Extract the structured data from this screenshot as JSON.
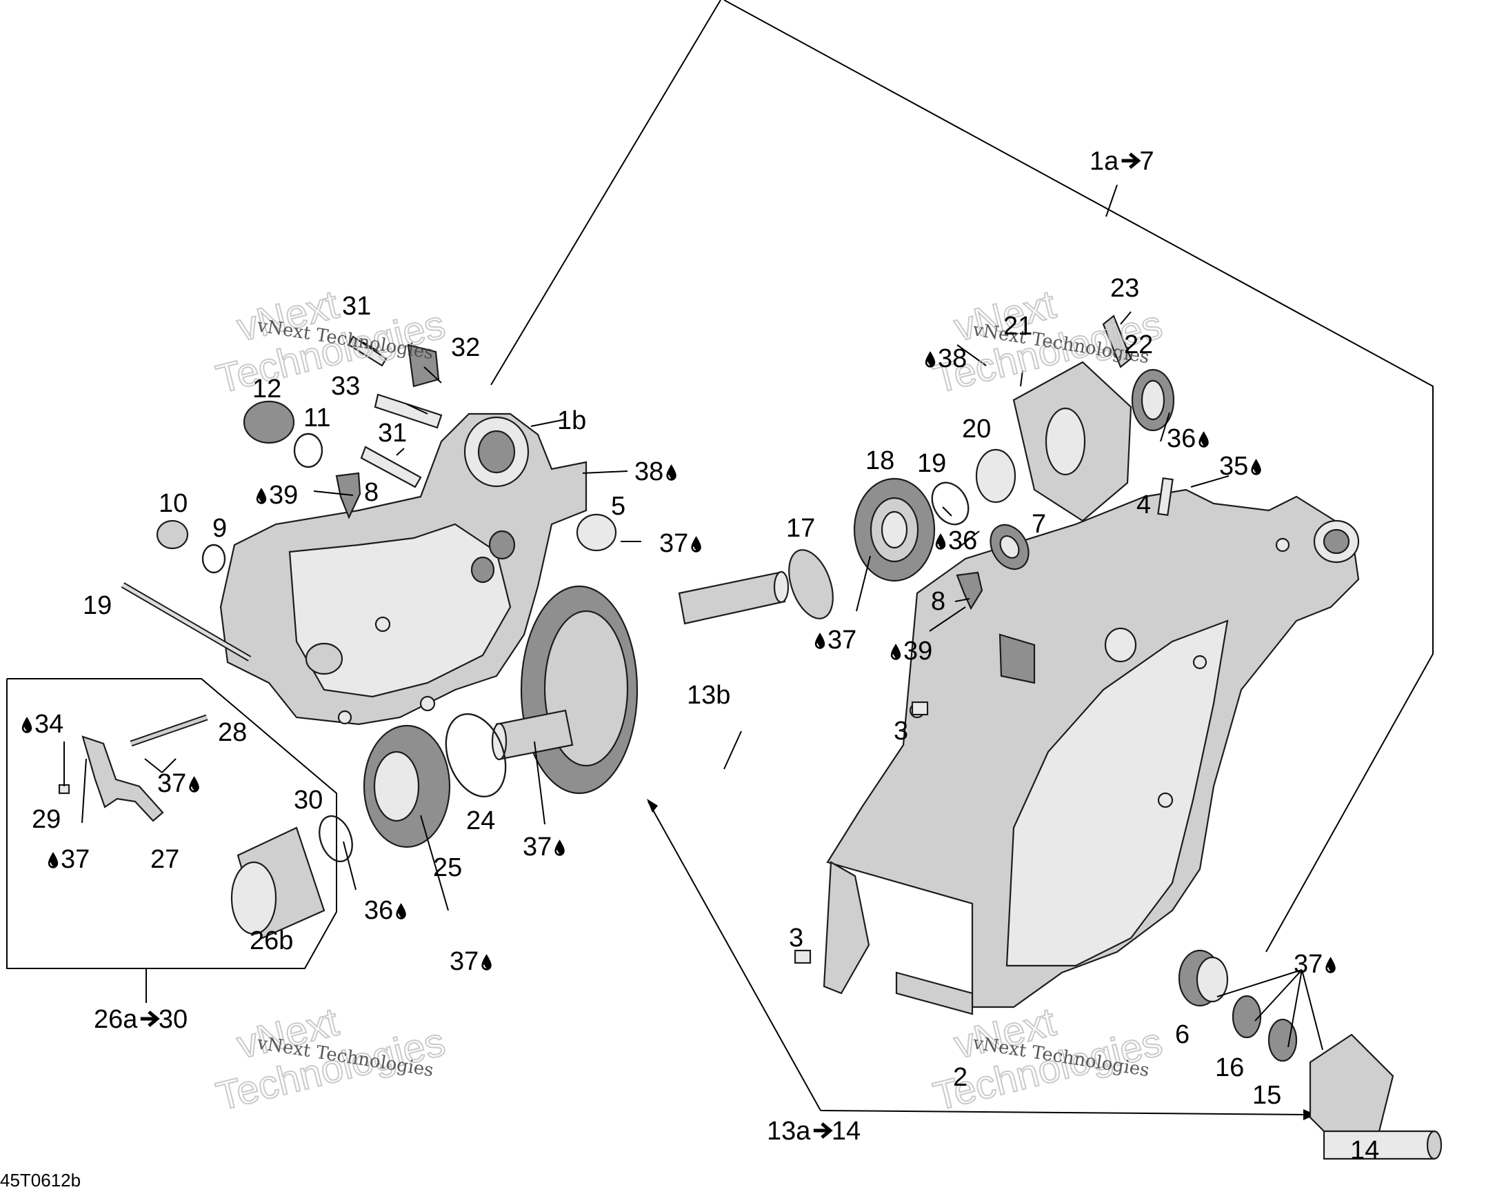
{
  "diagram_code": "45T0612b",
  "watermark": {
    "line1": "vNext Technologies",
    "line2a": "vNext",
    "line2b": "Technologies"
  },
  "drop_icon": "oil-drop-icon",
  "arrow_icon": "right-arrow-icon",
  "callouts": [
    {
      "id": "c1a7",
      "text": "1a",
      "arrow_to": "7"
    },
    {
      "id": "c23",
      "text": "23"
    },
    {
      "id": "c21",
      "text": "21"
    },
    {
      "id": "c22",
      "text": "22"
    },
    {
      "id": "c38r",
      "text": "38",
      "drop": "before"
    },
    {
      "id": "c36r",
      "text": "36",
      "drop": "after"
    },
    {
      "id": "c35",
      "text": "35",
      "drop": "after"
    },
    {
      "id": "c20",
      "text": "20"
    },
    {
      "id": "c18",
      "text": "18"
    },
    {
      "id": "c19r",
      "text": "19"
    },
    {
      "id": "c17",
      "text": "17"
    },
    {
      "id": "c36m",
      "text": "36",
      "drop": "before"
    },
    {
      "id": "c7",
      "text": "7"
    },
    {
      "id": "c4",
      "text": "4"
    },
    {
      "id": "c8r",
      "text": "8"
    },
    {
      "id": "c37m",
      "text": "37",
      "drop": "before"
    },
    {
      "id": "c39r",
      "text": "39",
      "drop": "before"
    },
    {
      "id": "c31a",
      "text": "31"
    },
    {
      "id": "c32",
      "text": "32"
    },
    {
      "id": "c33",
      "text": "33"
    },
    {
      "id": "c12",
      "text": "12"
    },
    {
      "id": "c11",
      "text": "11"
    },
    {
      "id": "c31b",
      "text": "31"
    },
    {
      "id": "c1b",
      "text": "1b"
    },
    {
      "id": "c38l",
      "text": "38",
      "drop": "after"
    },
    {
      "id": "c39l",
      "text": "39",
      "drop": "before"
    },
    {
      "id": "c8l",
      "text": "8"
    },
    {
      "id": "c10",
      "text": "10"
    },
    {
      "id": "c9",
      "text": "9"
    },
    {
      "id": "c5",
      "text": "5"
    },
    {
      "id": "c37a",
      "text": "37",
      "drop": "after"
    },
    {
      "id": "c19l",
      "text": "19"
    },
    {
      "id": "c13b",
      "text": "13b"
    },
    {
      "id": "c3a",
      "text": "3"
    },
    {
      "id": "c34",
      "text": "34",
      "drop": "before"
    },
    {
      "id": "c28",
      "text": "28"
    },
    {
      "id": "c37b",
      "text": "37",
      "drop": "after"
    },
    {
      "id": "c29",
      "text": "29"
    },
    {
      "id": "c37c",
      "text": "37",
      "drop": "before"
    },
    {
      "id": "c27",
      "text": "27"
    },
    {
      "id": "c30",
      "text": "30"
    },
    {
      "id": "c24",
      "text": "24"
    },
    {
      "id": "c37d",
      "text": "37",
      "drop": "after"
    },
    {
      "id": "c25",
      "text": "25"
    },
    {
      "id": "c36l",
      "text": "36",
      "drop": "after"
    },
    {
      "id": "c26b",
      "text": "26b"
    },
    {
      "id": "c37e",
      "text": "37",
      "drop": "after"
    },
    {
      "id": "c26a30",
      "text": "26a",
      "arrow_to": "30"
    },
    {
      "id": "c3b",
      "text": "3"
    },
    {
      "id": "c37f",
      "text": "37",
      "drop": "after"
    },
    {
      "id": "c6",
      "text": "6"
    },
    {
      "id": "c16",
      "text": "16"
    },
    {
      "id": "c15",
      "text": "15"
    },
    {
      "id": "c2",
      "text": "2"
    },
    {
      "id": "c13a14",
      "text": "13a",
      "arrow_to": "14"
    },
    {
      "id": "c14",
      "text": "14"
    }
  ]
}
